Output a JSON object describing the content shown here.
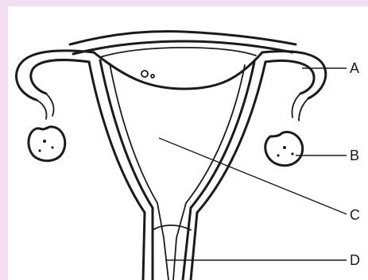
{
  "colors": {
    "background": "#ffffff",
    "border_tint": "#f3def2",
    "ink": "#1b1b1b"
  },
  "labels": {
    "a": "A",
    "b": "B",
    "c": "C",
    "d": "D"
  }
}
